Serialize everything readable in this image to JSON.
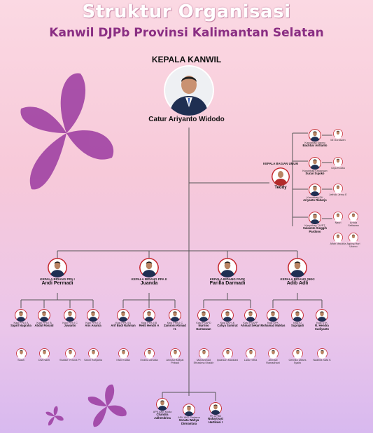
{
  "title": "Struktur Organisasi",
  "subtitle": "Kanwil DJPb Provinsi Kalimantan Selatan",
  "head": {
    "role": "KEPALA KANWIL",
    "name": "Catur Ariyanto Widodo"
  },
  "umum": {
    "role": "KEPALA BAGIAN UMUM",
    "name": "Teddy",
    "subs": [
      {
        "role": "Kasubbag Kepeg",
        "name": "Bachtiar Arifianto",
        "staff": [
          "Idi Gunawan"
        ]
      },
      {
        "role": "Kasubbag Keuangan",
        "name": "Suryo Sujoko",
        "staff": [
          "Ulya Rosita"
        ]
      },
      {
        "role": "Kasubbag PK",
        "name": "Ariyanto Raharjo",
        "staff": [
          "Jefrido Jema E"
        ]
      },
      {
        "role": "Kasubbag TU/RT",
        "name": "Sulaimto Singgih Pardono",
        "staff": [
          "Nasri",
          "Arrida Setiawan",
          "Aflah Mauldia",
          "Agung Hari Utomo"
        ]
      }
    ]
  },
  "bidang": [
    {
      "role": "KEPALA BIDANG PPA I",
      "name": "Andi Permadi",
      "kasi": [
        {
          "role": "Kasi PPA I A",
          "name": "Sapril Nugraha",
          "staff": "Saiah"
        },
        {
          "role": "Kasi PPA I B",
          "name": "Abdul Rosyid",
          "staff": "Dwi Nanti"
        },
        {
          "role": "Kasi PPA I C",
          "name": "Juwanto",
          "staff": "Shalsie Yerona Pt"
        },
        {
          "role": "Kasi PPA I D",
          "name": "Aris Ananta",
          "staff": "Sanni Rahjarlia"
        }
      ]
    },
    {
      "role": "KEPALA BIDANG PPA II",
      "name": "Juanda",
      "kasi": [
        {
          "role": "Kasi PPA II A",
          "name": "Arif Budi Rahman",
          "staff": "Irfan Khalia"
        },
        {
          "role": "Kasi PPA II B",
          "name": "Rekti Hendri A",
          "staff": "Endina Almalia"
        },
        {
          "role": "Kasi PPA II C",
          "name": "Zamroni Ahmad H.",
          "staff": "Ahmad Rafiyat Pribadi"
        }
      ]
    },
    {
      "role": "KEPALA BIDANG PAPK",
      "name": "Farilla Darmadi",
      "kasi": [
        {
          "role": "Kasi PSAPD",
          "name": "Nurrino Darmawan",
          "staff": "Muhammad Efrizaima Khaidir"
        },
        {
          "role": "Kasi AKPLK",
          "name": "Cahya Sumirat",
          "staff": "Ipdarson Mardiani"
        },
        {
          "role": "Kasi PSAPP",
          "name": "Ahmad Sekari",
          "staff": "Laila Tirtha"
        }
      ]
    },
    {
      "role": "KEPALA BIDANG SKKI",
      "name": "Adib Adli",
      "kasi": [
        {
          "role": "Kasi SPK",
          "name": "Mohamad Muklas",
          "staff": "Ahmadi Ramadhani"
        },
        {
          "role": "Kasi KI",
          "name": "Suprijadi",
          "staff": "Gebriko Ultaes Syaifo"
        },
        {
          "role": "Kasi STK",
          "name": "R. Hendra Sudiyanto",
          "staff": "Nadhifa Safa K"
        }
      ]
    }
  ],
  "fungsional": [
    {
      "role": "APK AKE Muda",
      "name": "Chandra Julhendrina"
    },
    {
      "role": "APK AKE Pertama",
      "name": "Sonata Wahyu Dirmantara"
    },
    {
      "role": "PK APBN",
      "name": "Nuhartyasi Hartikasi I"
    }
  ],
  "colors": {
    "title_purple": "#8a2e83",
    "lines": "#555555",
    "flower": "#9b3aa0"
  }
}
